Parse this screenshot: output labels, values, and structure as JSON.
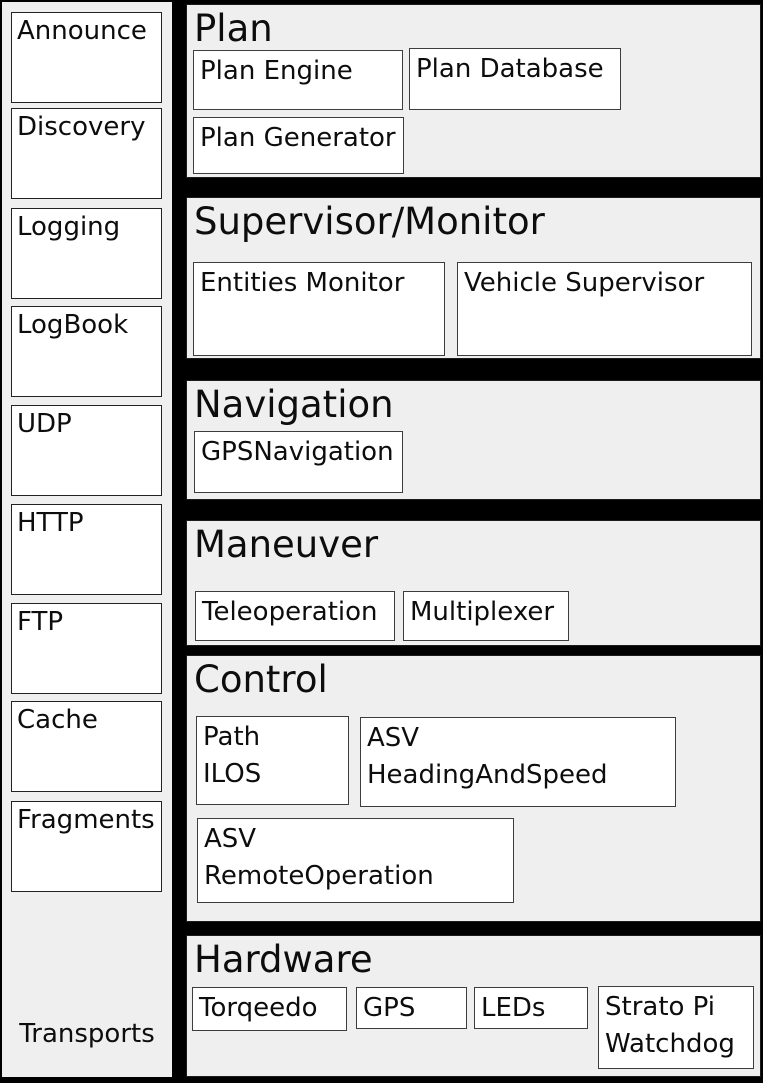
{
  "page": {
    "background": "#000000",
    "panel_background": "#efefef",
    "box_background": "#ffffff",
    "box_border": "#3d3d3d",
    "text_color": "#0d0d0d"
  },
  "transports": {
    "label": "Transports",
    "items": [
      "Announce",
      "Discovery",
      "Logging",
      "LogBook",
      "UDP",
      "HTTP",
      "FTP",
      "Cache",
      "Fragments"
    ]
  },
  "sections": {
    "plan": {
      "title": "Plan",
      "modules": {
        "engine": "Plan Engine",
        "database": "Plan Database",
        "generator": "Plan Generator"
      }
    },
    "supervisor": {
      "title": "Supervisor/Monitor",
      "modules": {
        "entities_monitor": "Entities Monitor",
        "vehicle_supervisor": "Vehicle Supervisor"
      }
    },
    "navigation": {
      "title": "Navigation",
      "modules": {
        "gps_navigation": "GPSNavigation"
      }
    },
    "maneuver": {
      "title": "Maneuver",
      "modules": {
        "teleoperation": "Teleoperation",
        "multiplexer": "Multiplexer"
      }
    },
    "control": {
      "title": "Control",
      "modules": {
        "path_ilos": "Path\nILOS",
        "asv_heading_and_speed": "ASV\nHeadingAndSpeed",
        "asv_remote_operation": "ASV\nRemoteOperation"
      }
    },
    "hardware": {
      "title": "Hardware",
      "modules": {
        "torqeedo": "Torqeedo",
        "gps": "GPS",
        "leds": "LEDs",
        "strato_pi_watchdog": "Strato Pi\nWatchdog"
      }
    }
  }
}
